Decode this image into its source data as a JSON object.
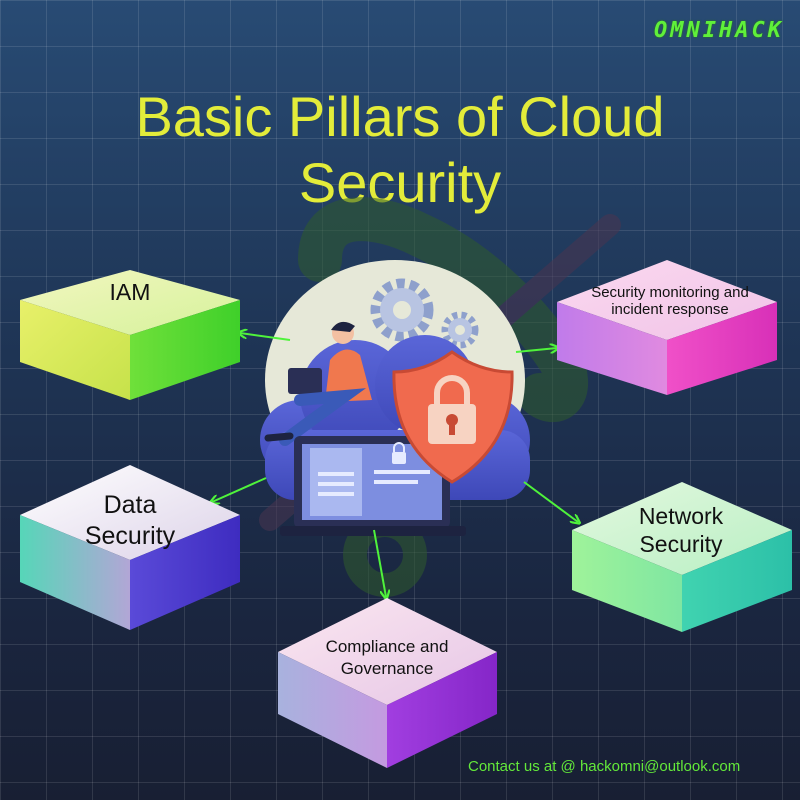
{
  "brand": "OMNIHACK",
  "title": "Basic Pillars of Cloud Security",
  "pillars": {
    "iam": "IAM",
    "monitoring": "Security monitoring and incident response",
    "data": "Data Security",
    "network": "Network Security",
    "compliance": "Compliance and Governance"
  },
  "contact": "Contact us at @ hackomni@outlook.com",
  "colors": {
    "title": "#e3ec3a",
    "accent_green": "#5ff03a",
    "arrow": "#4ff33b",
    "shield": "#f06a4e"
  },
  "icons": [
    "gear-icon",
    "padlock-icon",
    "shield-icon",
    "laptop-icon",
    "cloud-icon",
    "person-illustration"
  ]
}
